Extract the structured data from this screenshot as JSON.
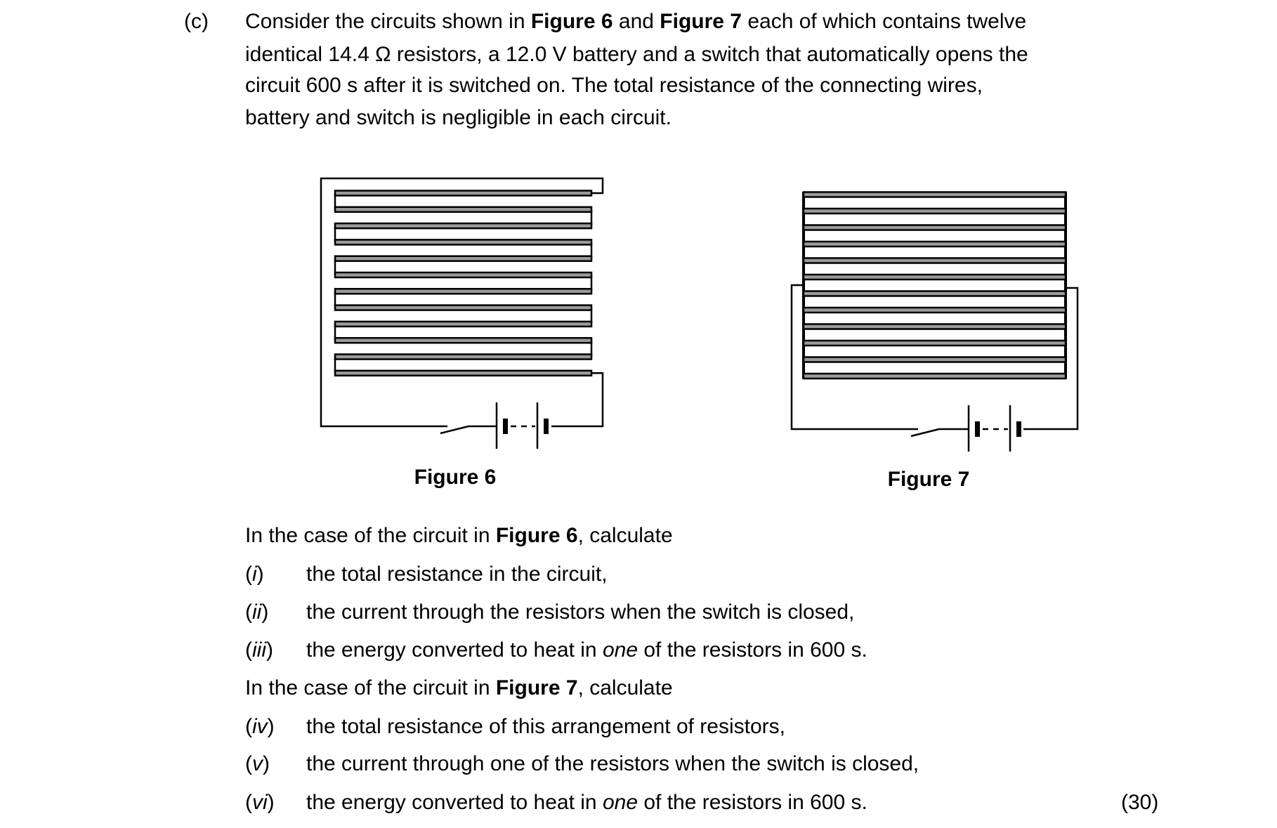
{
  "part_label": "(c)",
  "intro_lines": [
    {
      "pre": "Consider the circuits shown in ",
      "b1": "Figure 6",
      "mid": " and ",
      "b2": "Figure 7",
      "post": " each of which contains twelve"
    },
    "identical 14.4 Ω resistors, a 12.0 V battery and a switch that automatically opens the",
    "circuit 600 s after it is switched on.  The total resistance of the connecting wires,",
    "battery and switch is negligible in each circuit."
  ],
  "figures": [
    {
      "caption": "Figure 6",
      "arrangement": "series",
      "resistor_count": 12
    },
    {
      "caption": "Figure 7",
      "arrangement": "parallel",
      "resistor_count": 12
    }
  ],
  "colors": {
    "resistor_fill": "#9a9a9a",
    "wire": "#000000"
  },
  "section6": {
    "pre": "In the case of the circuit in ",
    "bold": "Figure 6",
    "post": ", calculate"
  },
  "section7": {
    "pre": "In the case of the circuit in ",
    "bold": "Figure 7",
    "post": ", calculate"
  },
  "questions": [
    {
      "label": "i",
      "pre": "the total resistance in the circuit,",
      "em": "",
      "post": ""
    },
    {
      "label": "ii",
      "pre": "the current through the resistors when the switch is closed,",
      "em": "",
      "post": ""
    },
    {
      "label": "iii",
      "pre": "the energy converted to heat in ",
      "em": "one",
      "post": " of the resistors in 600 s."
    },
    {
      "label": "iv",
      "pre": "the total resistance of this arrangement of resistors,",
      "em": "",
      "post": ""
    },
    {
      "label": "v",
      "pre": "the current through one of the resistors when the switch is closed,",
      "em": "",
      "post": ""
    },
    {
      "label": "vi",
      "pre": "the energy converted to heat in ",
      "em": "one",
      "post": " of the resistors in 600 s."
    }
  ],
  "marks": "(30)"
}
